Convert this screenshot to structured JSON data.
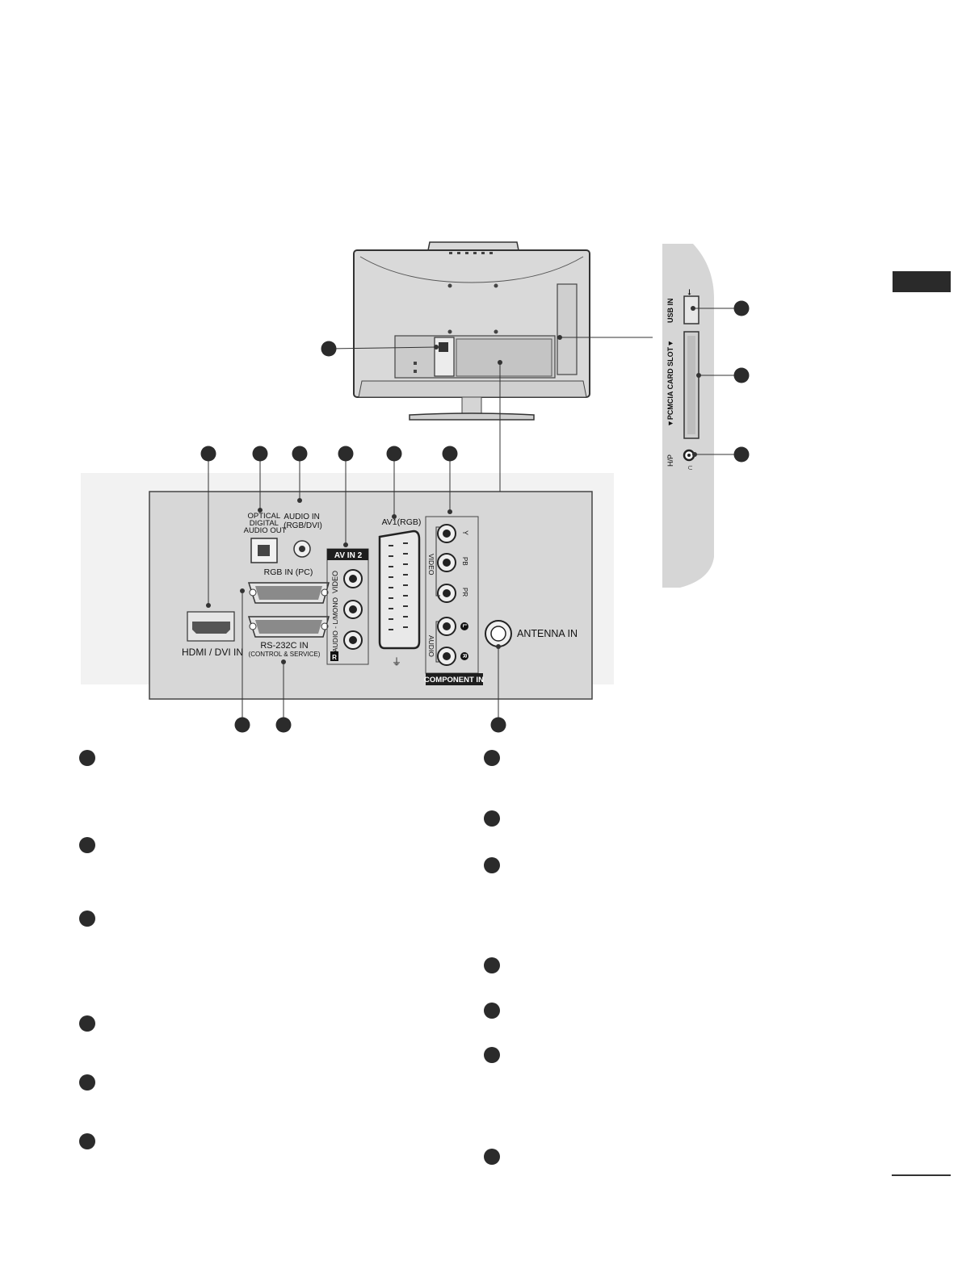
{
  "labels": {
    "optical": [
      "OPTICAL",
      "DIGITAL",
      "AUDIO OUT"
    ],
    "audio_in": [
      "AUDIO IN",
      "(RGB/DVI)"
    ],
    "av1": "AV1(RGB)",
    "av_in_2": "AV IN 2",
    "video": "VIDEO",
    "audio_lmono": "AUDIO - L/MONO",
    "r": "R",
    "rgb_in": "RGB IN (PC)",
    "rs232c": "RS-232C IN",
    "control_service": "(CONTROL & SERVICE)",
    "hdmi": "HDMI / DVI IN",
    "antenna": "ANTENNA IN",
    "component_in": "COMPONENT IN",
    "comp_y": "Y",
    "comp_pb": "PB",
    "comp_pr": "PR",
    "comp_video": "VIDEO",
    "comp_audio": "AUDIO",
    "comp_l": "L",
    "comp_r": "R",
    "usb_in": "USB IN",
    "pcmcia": "▼PCMCIA CARD SLOT▼",
    "hp": "H/P"
  }
}
